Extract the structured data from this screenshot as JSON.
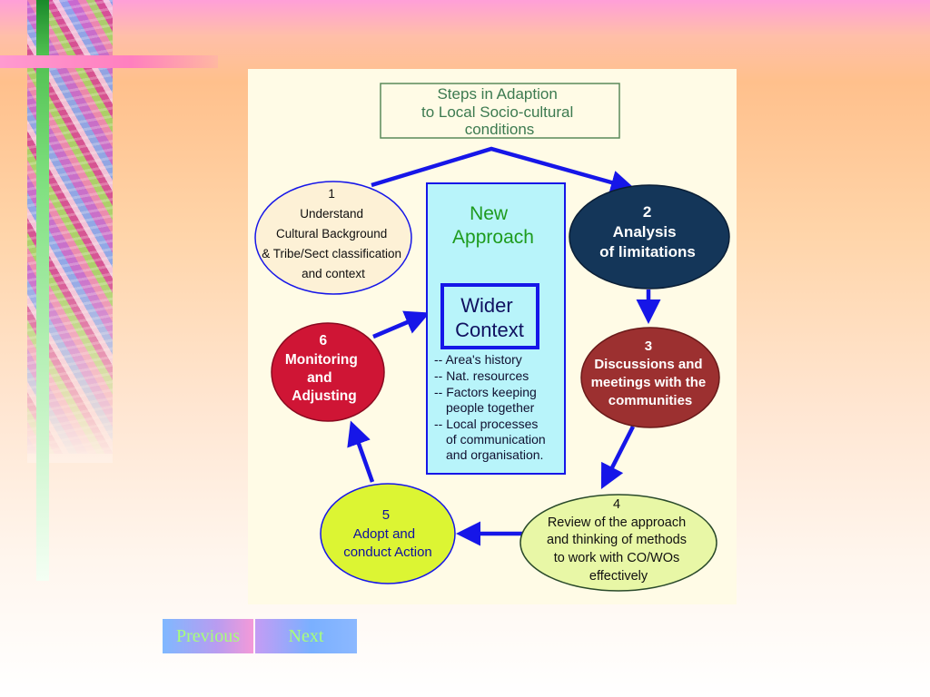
{
  "diagram": {
    "title_lines": [
      "Steps in Adaption",
      "to Local Socio-cultural",
      "conditions"
    ],
    "step1": {
      "lines": [
        "1",
        "Understand",
        "Cultural Background",
        "& Tribe/Sect classification",
        "and context"
      ]
    },
    "step2": {
      "lines": [
        "2",
        "Analysis",
        "of limitations"
      ]
    },
    "step3": {
      "lines": [
        "3",
        "Discussions and",
        "meetings with the",
        "communities"
      ]
    },
    "step4": {
      "lines": [
        "4",
        "Review of the approach",
        "and thinking of methods",
        "to work with CO/WOs",
        "effectively"
      ]
    },
    "step5": {
      "lines": [
        "5",
        "Adopt and",
        "conduct Action"
      ]
    },
    "step6": {
      "lines": [
        "6",
        "Monitoring",
        "and",
        "Adjusting"
      ]
    },
    "center": {
      "new_approach_lines": [
        "New",
        "Approach"
      ],
      "wider_context_lines": [
        "Wider",
        "Context"
      ],
      "context_list": [
        "-- Area's history",
        "-- Nat. resources",
        "-- Factors keeping",
        "people together",
        "-- Local processes",
        "of communication",
        "and organisation."
      ]
    },
    "colors": {
      "step1_fill": "#fdf1d6",
      "step2_fill": "#143659",
      "step3_fill": "#9c3030",
      "step4_fill": "#e8f7a6",
      "step5_fill": "#dcf533",
      "step6_fill": "#cf1535",
      "center_fill": "#b8f4fa",
      "arrow": "#1616e8",
      "new_approach_text": "#1e9b1e"
    }
  },
  "nav": {
    "previous_label": "Previous",
    "next_label": "Next"
  }
}
